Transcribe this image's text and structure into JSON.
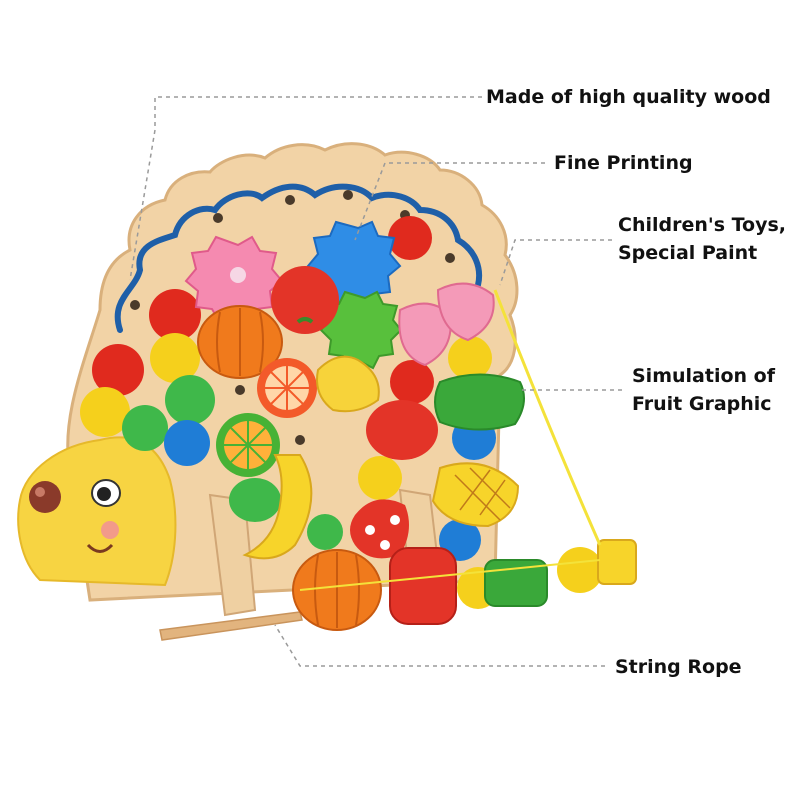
{
  "annotations": {
    "wood": "Made of high quality wood",
    "printing": "Fine Printing",
    "paint_line1": "Children's Toys,",
    "paint_line2": "Special Paint",
    "fruit_line1": "Simulation of",
    "fruit_line2": "Fruit Graphic",
    "rope": "String Rope"
  },
  "colors": {
    "wood": "#f2d3a6",
    "wood_edge": "#d9b07c",
    "groove": "#1f5fa8",
    "hedgehog_face": "#f7d442",
    "string": "#f4e23a",
    "leader_line": "#9a9a9a"
  },
  "depicted_objects": [
    "wooden-hedgehog-board",
    "fruit-beads",
    "round-beads",
    "lacing-string",
    "wooden-stick"
  ]
}
